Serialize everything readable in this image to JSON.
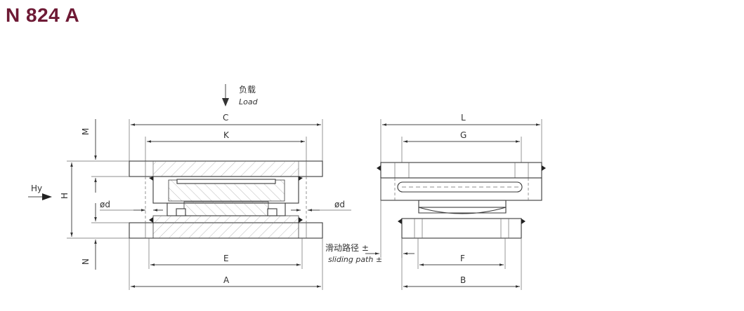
{
  "title": "N 824 A",
  "load": {
    "cn": "负载",
    "en": "Load"
  },
  "force": "Hy",
  "sliding": {
    "cn": "滑动路径 ±",
    "en": "sliding path ±"
  },
  "dims": {
    "C": "C",
    "K": "K",
    "M": "M",
    "H": "H",
    "N": "N",
    "d_left": "ød",
    "d_right": "ød",
    "E": "E",
    "A": "A",
    "L": "L",
    "G": "G",
    "F": "F",
    "B": "B"
  }
}
